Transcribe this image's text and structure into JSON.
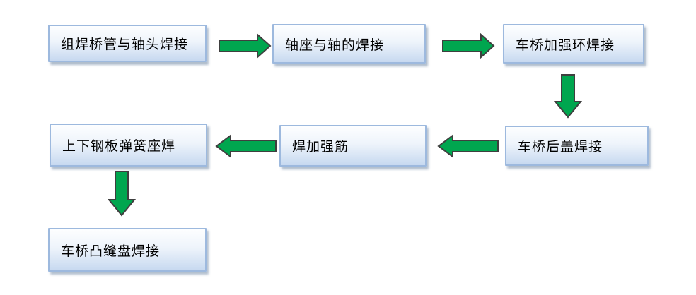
{
  "diagram": {
    "type": "flowchart",
    "language": "zh",
    "nodes": [
      {
        "id": 1,
        "label": "组焊桥管与轴头焊接"
      },
      {
        "id": 2,
        "label": "轴座与轴的焊接"
      },
      {
        "id": 3,
        "label": "车桥加强环焊接"
      },
      {
        "id": 4,
        "label": "车桥后盖焊接"
      },
      {
        "id": 5,
        "label": "焊加强筋"
      },
      {
        "id": 6,
        "label": "上下钢板弹簧座焊"
      },
      {
        "id": 7,
        "label": "车桥凸缝盘焊接"
      }
    ],
    "edges": [
      {
        "from": 1,
        "to": 2,
        "direction": "right"
      },
      {
        "from": 2,
        "to": 3,
        "direction": "right"
      },
      {
        "from": 3,
        "to": 4,
        "direction": "down"
      },
      {
        "from": 4,
        "to": 5,
        "direction": "left"
      },
      {
        "from": 5,
        "to": 6,
        "direction": "left"
      },
      {
        "from": 6,
        "to": 7,
        "direction": "down"
      }
    ]
  },
  "colors": {
    "background": "#ffffff",
    "arrow_fill": "#00a64f",
    "arrow_outline": "#3f3f3f",
    "node_border": "#9db9de",
    "node_gradient_top": "#fdfeff",
    "node_gradient_bottom": "#c7d9f0",
    "node_text": "#000000"
  }
}
